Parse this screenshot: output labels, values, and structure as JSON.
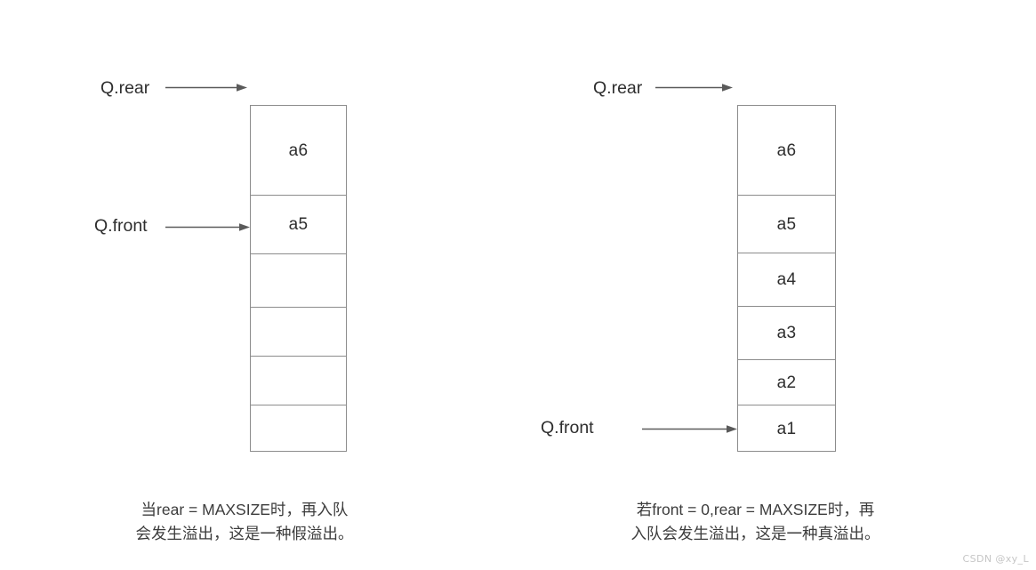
{
  "figure": {
    "title_watermark": "CSDN @xy_L",
    "colors": {
      "box_border": "#8c8c8c",
      "divider": "#8c8c8c",
      "text": "#2e2e2e",
      "caption_text": "#3c3c3c",
      "arrow": "#5a5a5a",
      "background": "#ffffff",
      "watermark": "#c6c6c6"
    }
  },
  "left_diagram": {
    "name": "false-overflow-queue",
    "rear_pointer_label": "Q.rear",
    "front_pointer_label": "Q.front",
    "cells": [
      {
        "index": 5,
        "label": "a6",
        "filled": true
      },
      {
        "index": 4,
        "label": "a5",
        "filled": true
      },
      {
        "index": 3,
        "label": "",
        "filled": false
      },
      {
        "index": 2,
        "label": "",
        "filled": false
      },
      {
        "index": 1,
        "label": "",
        "filled": false
      },
      {
        "index": 0,
        "label": "",
        "filled": false
      }
    ],
    "caption": "当rear = MAXSIZE时，再入队\n会发生溢出，这是一种假溢出。"
  },
  "right_diagram": {
    "name": "true-overflow-queue",
    "rear_pointer_label": "Q.rear",
    "front_pointer_label": "Q.front",
    "cells": [
      {
        "index": 5,
        "label": "a6",
        "filled": true
      },
      {
        "index": 4,
        "label": "a5",
        "filled": true
      },
      {
        "index": 3,
        "label": "a4",
        "filled": true
      },
      {
        "index": 2,
        "label": "a3",
        "filled": true
      },
      {
        "index": 1,
        "label": "a2",
        "filled": true
      },
      {
        "index": 0,
        "label": "a1",
        "filled": true
      }
    ],
    "caption": "若front = 0,rear = MAXSIZE时，再\n入队会发生溢出，这是一种真溢出。"
  }
}
